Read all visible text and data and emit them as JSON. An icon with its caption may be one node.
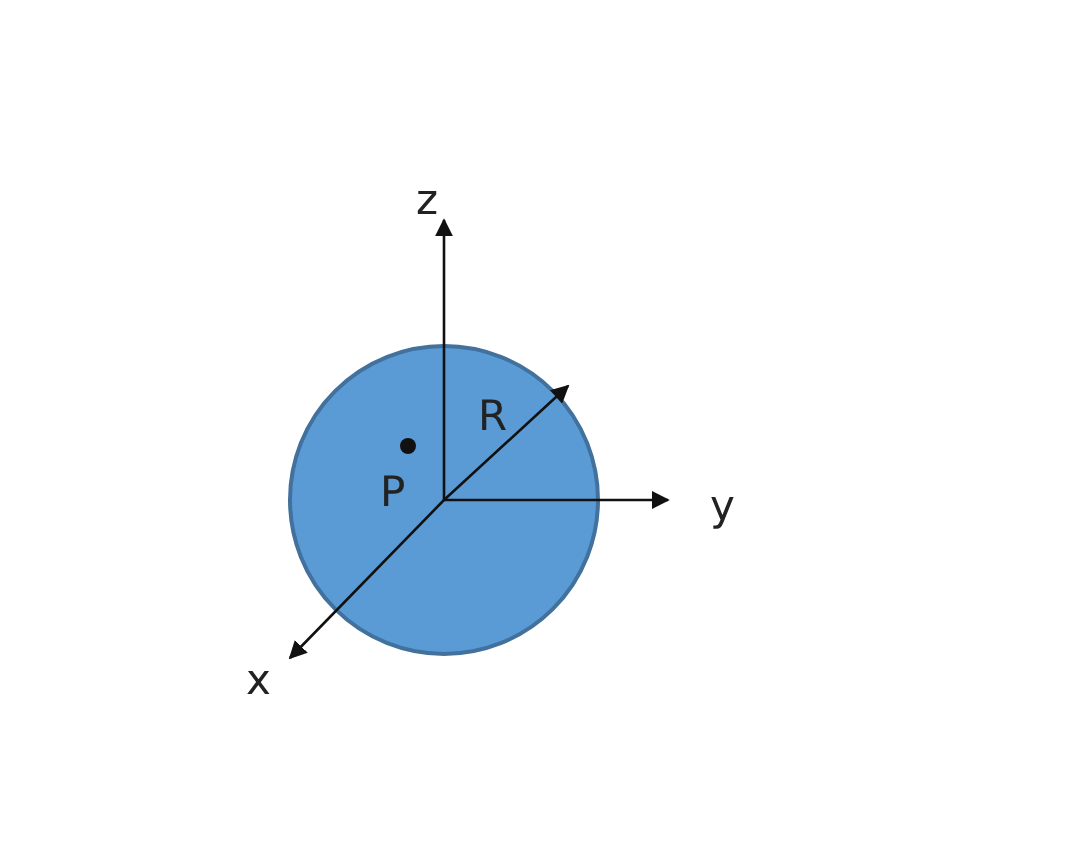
{
  "diagram": {
    "nodes": [
      {
        "text": [
          "R",
          "P"
        ]
      }
    ],
    "labels": [
      "z",
      "y",
      "x"
    ]
  }
}
